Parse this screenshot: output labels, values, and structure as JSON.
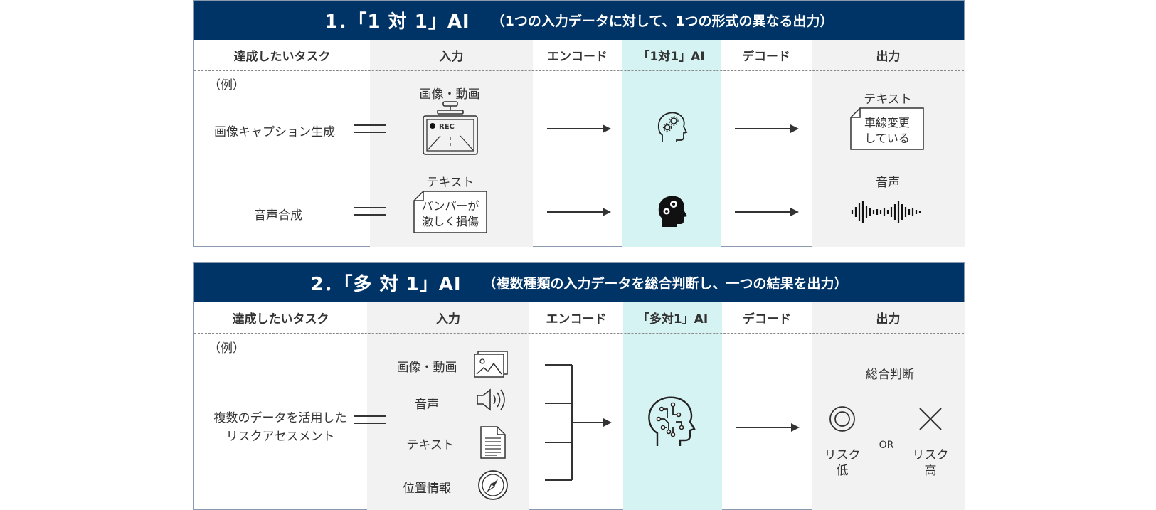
{
  "section1": {
    "title": "1．「1 対 1」AI",
    "subtitle": "（1つの入力データに対して、1つの形式の異なる出力）",
    "headers": {
      "task": "達成したいタスク",
      "input": "入力",
      "encode": "エンコード",
      "ai": "「1対1」AI",
      "decode": "デコード",
      "output": "出力"
    },
    "example_label": "（例）",
    "rows": [
      {
        "task": "画像キャプション生成",
        "input_label": "画像・動画",
        "rec_badge": "REC",
        "output_label": "テキスト",
        "output_doc_line1": "車線変更",
        "output_doc_line2": "している"
      },
      {
        "task": "音声合成",
        "input_label": "テキスト",
        "input_doc_line1": "バンパーが",
        "input_doc_line2": "激しく損傷",
        "output_label": "音声"
      }
    ]
  },
  "section2": {
    "title": "2．「多 対 1」AI",
    "subtitle": "（複数種類の入力データを総合判断し、一つの結果を出力）",
    "headers": {
      "task": "達成したいタスク",
      "input": "入力",
      "encode": "エンコード",
      "ai": "「多対1」AI",
      "decode": "デコード",
      "output": "出力"
    },
    "example_label": "（例）",
    "task_line1": "複数のデータを活用した",
    "task_line2": "リスクアセスメント",
    "inputs": [
      {
        "label": "画像・動画",
        "icon": "image-icon"
      },
      {
        "label": "音声",
        "icon": "speaker-icon"
      },
      {
        "label": "テキスト",
        "icon": "document-icon"
      },
      {
        "label": "位置情報",
        "icon": "compass-icon"
      }
    ],
    "output_label": "総合判断",
    "low_risk_line1": "リスク",
    "low_risk_line2": "低",
    "or_text": "OR",
    "high_risk_line1": "リスク",
    "high_risk_line2": "高"
  },
  "colors": {
    "title_bar": "#003366",
    "gray_column": "#f2f2f2",
    "ai_column": "#d6f3f3",
    "arrow": "#333333"
  }
}
